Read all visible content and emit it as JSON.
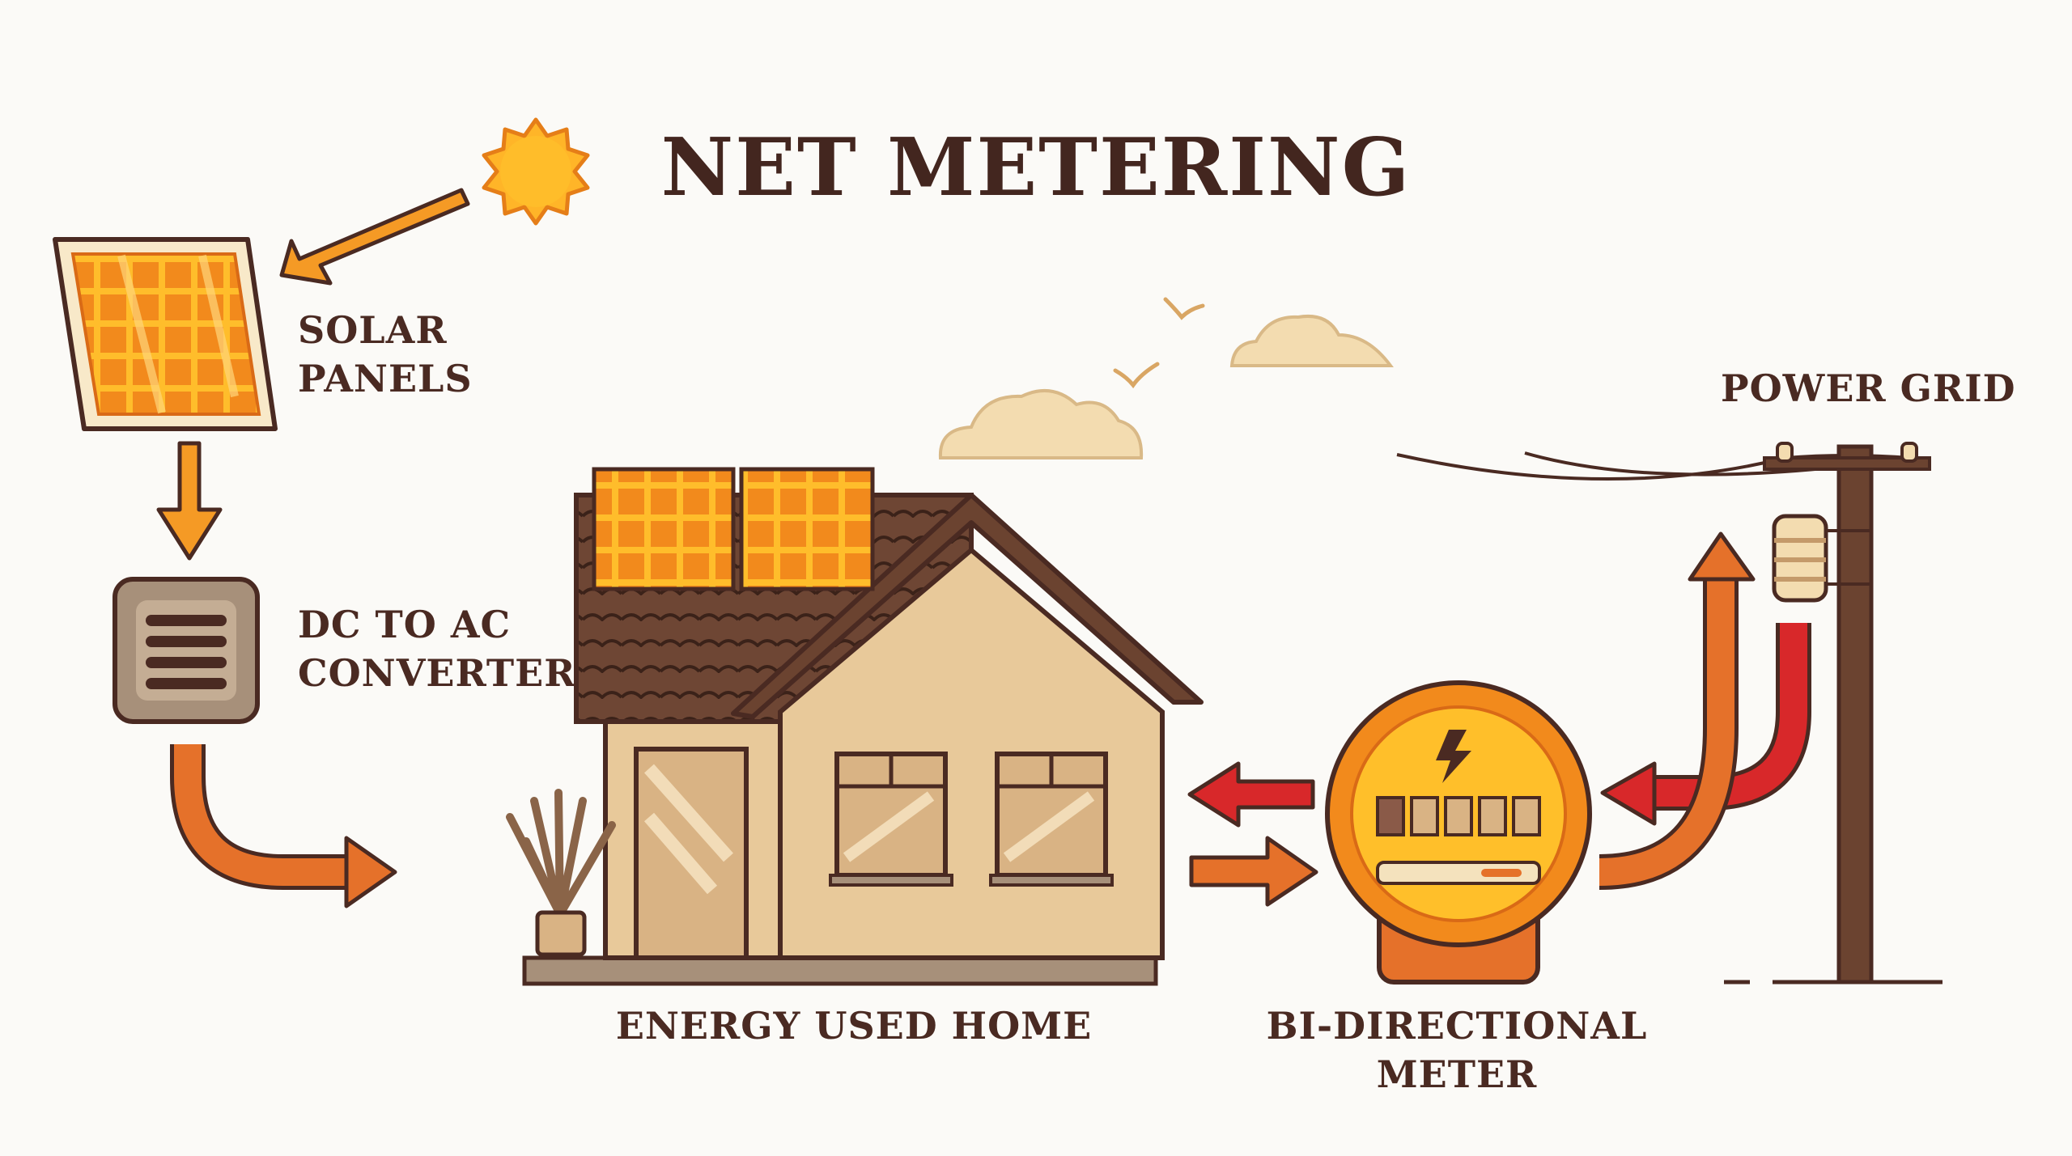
{
  "title": "NET METERING",
  "labels": {
    "solar_panels": "SOLAR\nPANELS",
    "converter": "DC TO AC\nCONVERTER",
    "home": "ENERGY USED HOME",
    "meter": "BI-DIRECTIONAL\nMETER",
    "grid": "POWER GRID"
  },
  "colors": {
    "outline": "#4a2a22",
    "panel_orange": "#f28a1c",
    "panel_yellow": "#ffbf2a",
    "house_wall": "#e8c99a",
    "roof": "#6b4330",
    "arrow_orange": "#e06a24",
    "arrow_red": "#d8282a",
    "cloud": "#f3dcb0"
  }
}
